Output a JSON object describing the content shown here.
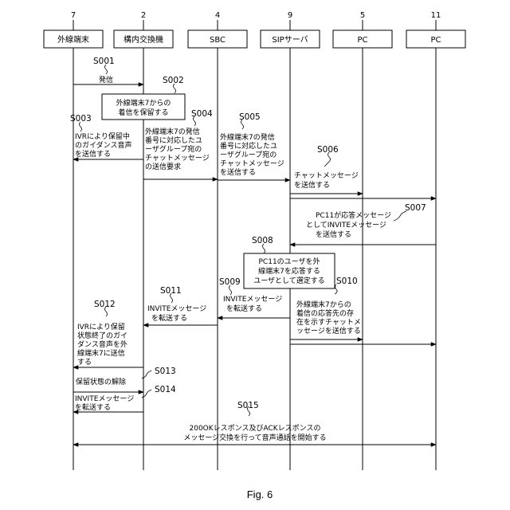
{
  "figure_caption": "Fig. 6",
  "entities": [
    {
      "num": "7",
      "label": "外線端末"
    },
    {
      "num": "2",
      "label": "構内交換機"
    },
    {
      "num": "4",
      "label": "SBC"
    },
    {
      "num": "9",
      "label": "SIPサーバ"
    },
    {
      "num": "5",
      "label": "PC"
    },
    {
      "num": "11",
      "label": "PC"
    }
  ],
  "steps": {
    "s001": {
      "id": "S001",
      "text": [
        "発信"
      ]
    },
    "s002": {
      "id": "S002",
      "text": [
        "外線端末7からの",
        "着信を保留する"
      ]
    },
    "s003": {
      "id": "S003",
      "text": [
        "IVRにより保留中",
        "のガイダンス音声",
        "を送信する"
      ]
    },
    "s004": {
      "id": "S004",
      "text": [
        "外線端末7の発信",
        "番号に対応したユ",
        "ーザグループ宛の",
        "チャットメッセージ",
        "の送信要求"
      ]
    },
    "s005": {
      "id": "S005",
      "text": [
        "外線端末7の発信",
        "番号に対応したユ",
        "ーザグループ宛の",
        "チャットメッセージ",
        "を送信する"
      ]
    },
    "s006": {
      "id": "S006",
      "text": [
        "チャットメッセージ",
        "を送信する"
      ]
    },
    "s007": {
      "id": "S007",
      "text": [
        "PC11が応答メッセージ",
        "としてINVITEメッセージ",
        "を送信する"
      ]
    },
    "s008": {
      "id": "S008",
      "text": [
        "PC11のユーザを外",
        "線端末7を応答する",
        "ユーザとして選定する"
      ]
    },
    "s009": {
      "id": "S009",
      "text": [
        "INVITEメッセージ",
        "を転送する"
      ]
    },
    "s010": {
      "id": "S010",
      "text": [
        "外線端末7からの",
        "着信の応答先の存",
        "在を示すチャットメ",
        "ッセージを送信する"
      ]
    },
    "s011": {
      "id": "S011",
      "text": [
        "INVITEメッセージ",
        "を転送する"
      ]
    },
    "s012": {
      "id": "S012",
      "text": [
        "IVRにより保留",
        "状態終了のガイ",
        "ダンス音声を外",
        "線端末7に送信",
        "する"
      ]
    },
    "s013": {
      "id": "S013",
      "text": [
        "保留状態の解除"
      ]
    },
    "s014": {
      "id": "S014",
      "text": [
        "INVITEメッセージ",
        "を転送する"
      ]
    },
    "s015": {
      "id": "S015",
      "text": [
        "200OKレスポンス及びACKレスポンスの",
        "メッセージ交換を行って音声通話を開始する"
      ]
    }
  }
}
